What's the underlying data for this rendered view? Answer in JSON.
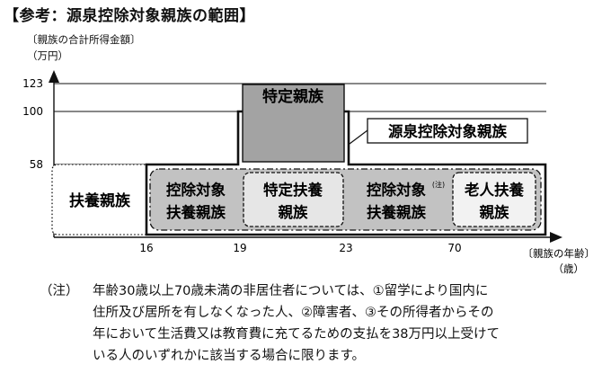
{
  "title": "【参考：源泉控除対象親族の範囲】",
  "y_axis": {
    "label": "〔親族の合計所得金額〕",
    "unit": "（万円）",
    "ticks": [
      "123",
      "100",
      "58"
    ]
  },
  "x_axis": {
    "label": "〔親族の年齢〕",
    "unit": "（歳）",
    "ticks": [
      "16",
      "19",
      "23",
      "70"
    ]
  },
  "boxes": {
    "fuyo_shinzoku": "扶養親族",
    "tokutei_shinzoku": "特定親族",
    "gensen_label": "源泉控除対象親族",
    "kojo_fuyo_line1": "控除対象",
    "kojo_fuyo_line2": "扶養親族",
    "tokutei_fuyo_line1": "特定扶養",
    "tokutei_fuyo_line2": "親族",
    "kojo_fuyo2_line1": "控除対象",
    "kojo_fuyo2_sup": "(注)",
    "kojo_fuyo2_line2": "扶養親族",
    "rojin_fuyo_line1": "老人扶養",
    "rojin_fuyo_line2": "親族"
  },
  "note": {
    "mark": "（注）",
    "lines": [
      "年齢30歳以上70歳未満の非居住者については、①留学により国内に",
      "住所及び居所を有しなくなった人、②障害者、③その所得者からその",
      "年において生活費又は教育費に充てるための支払を38万円以上受けて",
      "いる人のいずれかに該当する場合に限ります。"
    ]
  },
  "colors": {
    "dark_fill": "#a3a3a3",
    "mid_fill": "#bdbdbd",
    "light_fill": "#ececec",
    "line": "#111111"
  }
}
